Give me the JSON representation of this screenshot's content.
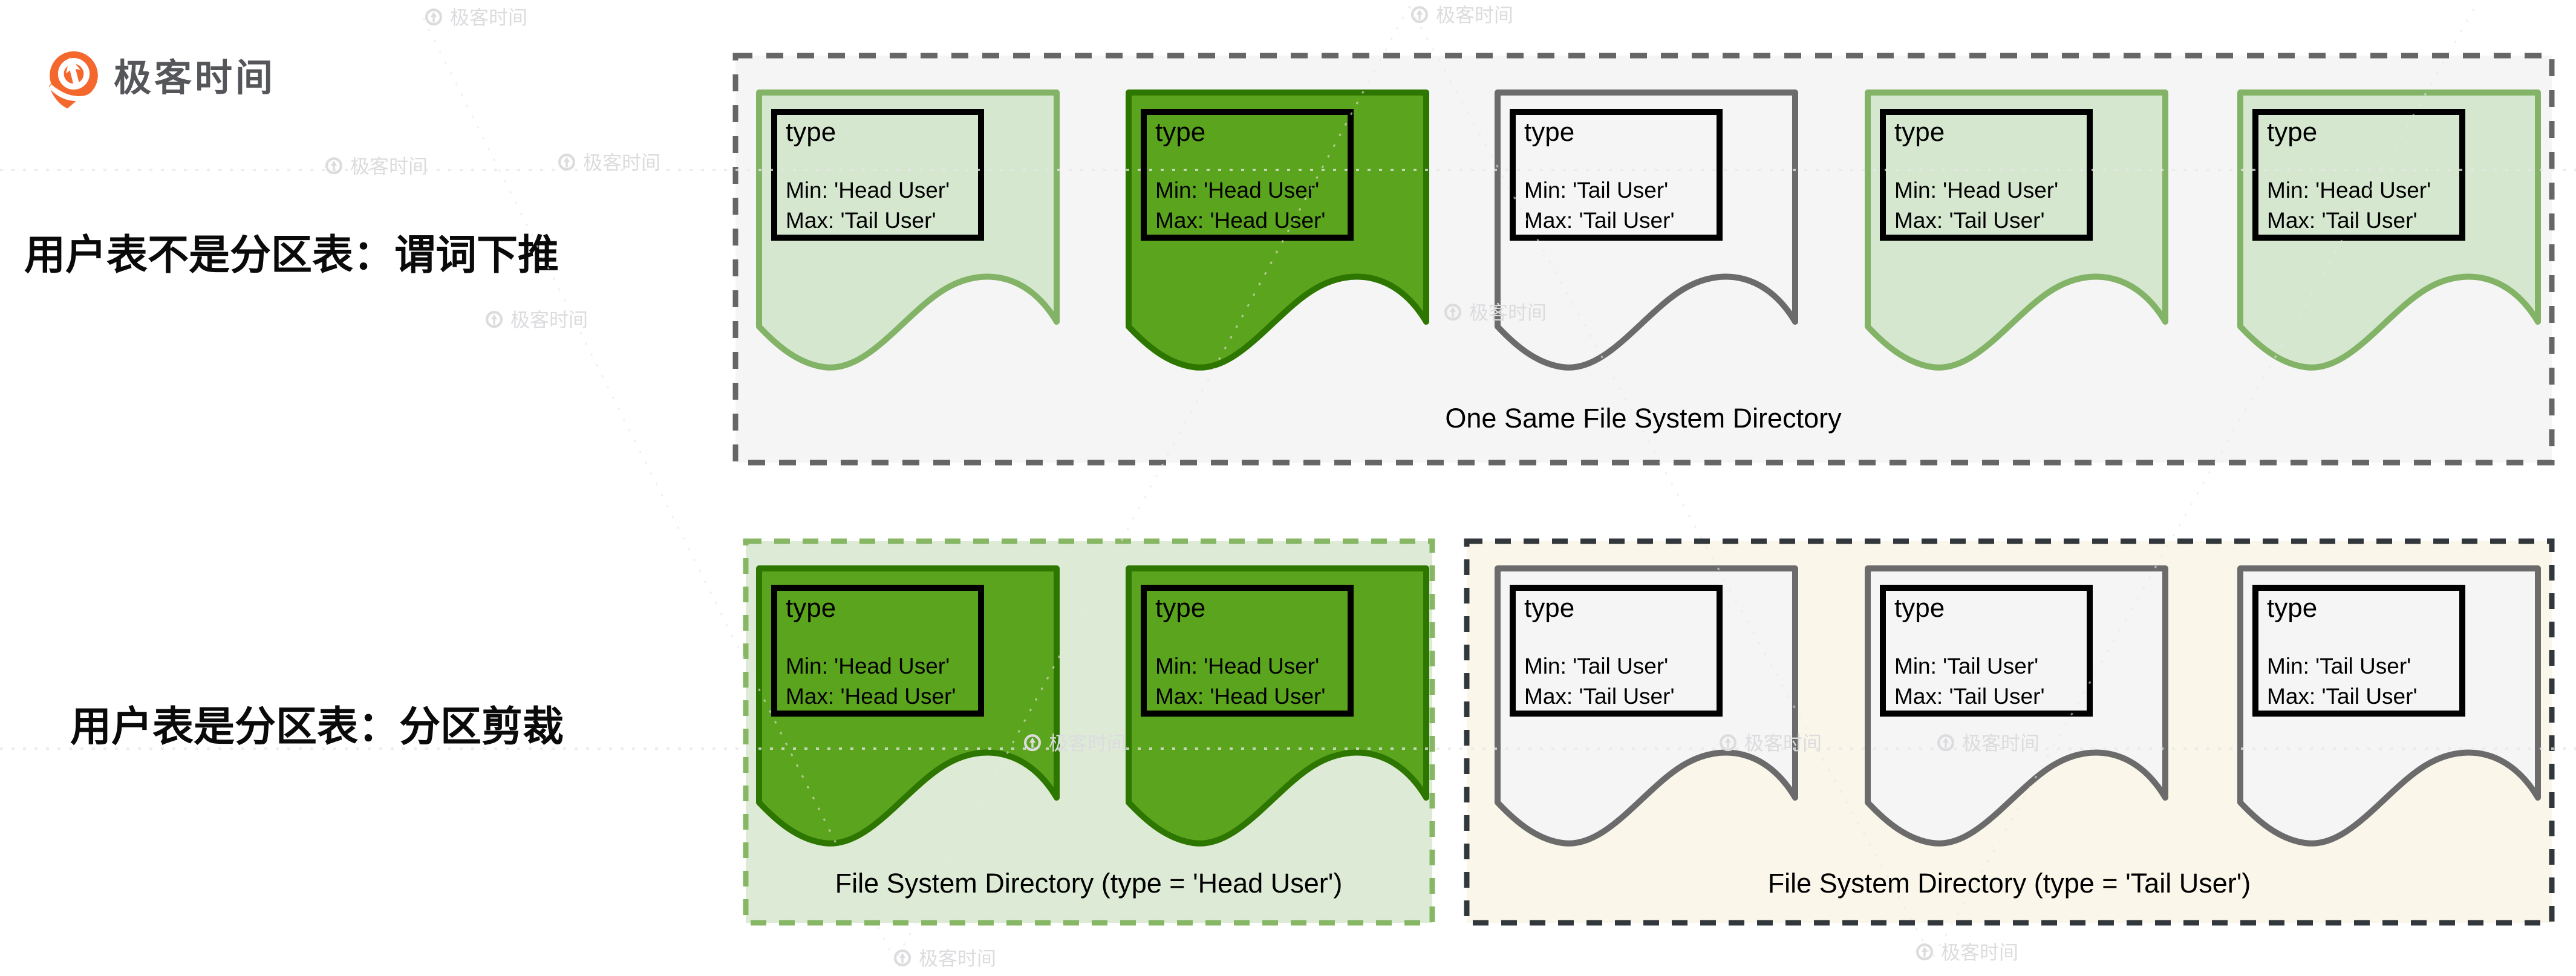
{
  "logo": {
    "text": "极客时间",
    "icon": "geektime-logo-icon",
    "icon_color": "#f4682d",
    "text_color": "#55565a"
  },
  "rows": [
    {
      "title": "用户表不是分区表：谓词下推",
      "containers": [
        {
          "caption": "One Same File System Directory",
          "theme": "gray",
          "files": [
            {
              "variant": "light-green",
              "title": "type",
              "min": "Min: 'Head User'",
              "max": "Max: 'Tail User'"
            },
            {
              "variant": "dark-green",
              "title": "type",
              "min": "Min: 'Head User'",
              "max": "Max: 'Head User'"
            },
            {
              "variant": "gray",
              "title": "type",
              "min": "Min: 'Tail User'",
              "max": "Max: 'Tail User'"
            },
            {
              "variant": "light-green",
              "title": "type",
              "min": "Min: 'Head User'",
              "max": "Max: 'Tail User'"
            },
            {
              "variant": "light-green",
              "title": "type",
              "min": "Min: 'Head User'",
              "max": "Max: 'Tail User'"
            }
          ]
        }
      ]
    },
    {
      "title": "用户表是分区表：分区剪裁",
      "containers": [
        {
          "caption": "File System Directory (type = 'Head User')",
          "theme": "green",
          "files": [
            {
              "variant": "dark-green",
              "title": "type",
              "min": "Min: 'Head User'",
              "max": "Max: 'Head User'"
            },
            {
              "variant": "dark-green",
              "title": "type",
              "min": "Min: 'Head User'",
              "max": "Max: 'Head User'"
            }
          ]
        },
        {
          "caption": "File System Directory (type = 'Tail User')",
          "theme": "cream",
          "files": [
            {
              "variant": "gray",
              "title": "type",
              "min": "Min: 'Tail User'",
              "max": "Max: 'Tail User'"
            },
            {
              "variant": "gray",
              "title": "type",
              "min": "Min: 'Tail User'",
              "max": "Max: 'Tail User'"
            },
            {
              "variant": "gray",
              "title": "type",
              "min": "Min: 'Tail User'",
              "max": "Max: 'Tail User'"
            }
          ]
        }
      ]
    }
  ],
  "watermark": {
    "text": "极客时间"
  },
  "colors": {
    "page_bg": "#ffffff",
    "text": "#000000",
    "logo_orange": "#f4682d",
    "logo_text": "#55565a",
    "watermark": "#dcdcdf",
    "dotted_line": "#e8e8e8",
    "container_gray": {
      "fill": "#f5f5f5",
      "stroke": "#666666"
    },
    "container_green": {
      "fill": "#ddebd6",
      "stroke": "#87b765"
    },
    "container_cream": {
      "fill": "#faf6e9",
      "stroke": "#32373b"
    },
    "variant_light_green": {
      "fill": "#d6e7d0",
      "stroke": "#82b366"
    },
    "variant_dark_green": {
      "fill": "#5ba41d",
      "stroke": "#2d7600"
    },
    "variant_gray": {
      "fill": "#f5f5f5",
      "stroke": "#6b6b6b"
    },
    "card_border": "#000000"
  }
}
